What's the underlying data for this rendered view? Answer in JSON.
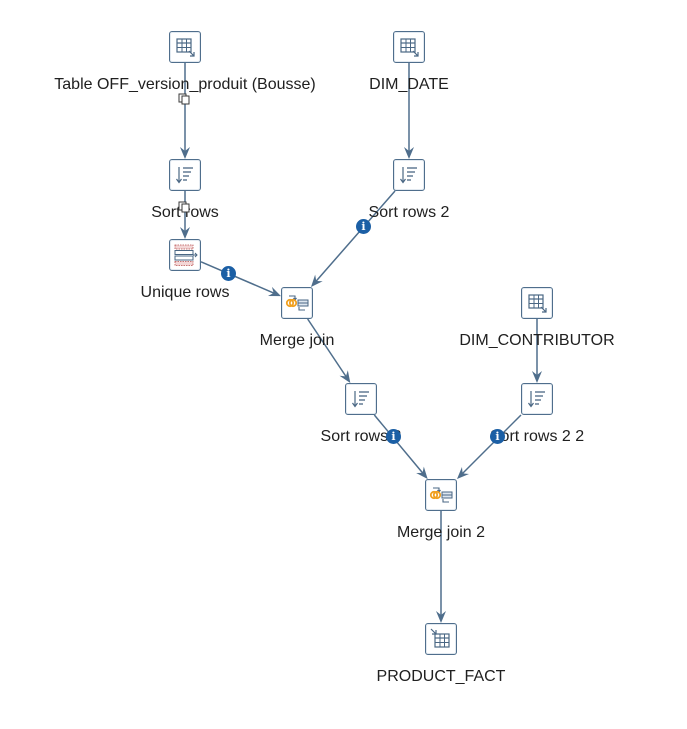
{
  "steps": {
    "table_input": {
      "label": "Table OFF_version_produit (Bousse)",
      "icon": "table-input-icon"
    },
    "dim_date": {
      "label": "DIM_DATE",
      "icon": "table-input-icon"
    },
    "sort_rows": {
      "label": "Sort rows",
      "icon": "sort-rows-icon"
    },
    "sort_rows_2": {
      "label": "Sort rows 2",
      "icon": "sort-rows-icon"
    },
    "unique_rows": {
      "label": "Unique rows",
      "icon": "unique-rows-icon"
    },
    "merge_join": {
      "label": "Merge join",
      "icon": "merge-join-icon"
    },
    "dim_contributor": {
      "label": "DIM_CONTRIBUTOR",
      "icon": "table-input-icon"
    },
    "sort_rows_3": {
      "label": "Sort rows 3",
      "icon": "sort-rows-icon"
    },
    "sort_rows_2_2": {
      "label": "Sort rows 2 2",
      "icon": "sort-rows-icon"
    },
    "merge_join_2": {
      "label": "Merge join 2",
      "icon": "merge-join-icon"
    },
    "product_fact": {
      "label": "PRODUCT_FACT",
      "icon": "table-output-icon"
    }
  },
  "hops": [
    {
      "from": "table_input",
      "to": "sort_rows",
      "marker": "copy-icon"
    },
    {
      "from": "dim_date",
      "to": "sort_rows_2"
    },
    {
      "from": "sort_rows",
      "to": "unique_rows",
      "marker": "copy-icon"
    },
    {
      "from": "sort_rows_2",
      "to": "merge_join",
      "marker": "info-icon"
    },
    {
      "from": "unique_rows",
      "to": "merge_join",
      "marker": "info-icon"
    },
    {
      "from": "merge_join",
      "to": "sort_rows_3"
    },
    {
      "from": "dim_contributor",
      "to": "sort_rows_2_2"
    },
    {
      "from": "sort_rows_3",
      "to": "merge_join_2",
      "marker": "info-icon"
    },
    {
      "from": "sort_rows_2_2",
      "to": "merge_join_2",
      "marker": "info-icon"
    },
    {
      "from": "merge_join_2",
      "to": "product_fact"
    }
  ],
  "colors": {
    "hop": "#4f6e8c",
    "step_border": "#4f6e8c",
    "info_badge": "#1b5fa5",
    "merge_accent": "#f0a020"
  }
}
